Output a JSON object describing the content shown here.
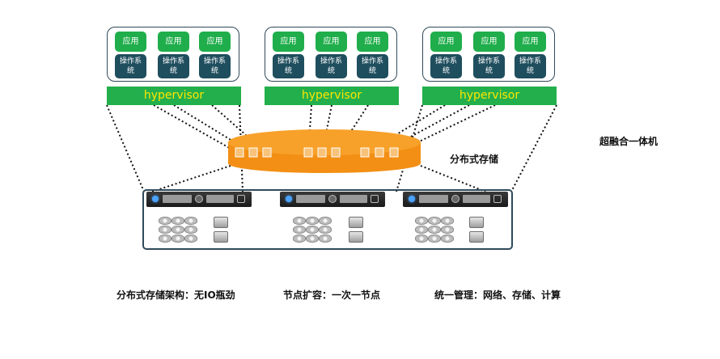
{
  "vm_groups": [
    {
      "apps": [
        "应用",
        "应用",
        "应用"
      ],
      "os": [
        "操作系统",
        "操作系统",
        "操作系统"
      ]
    },
    {
      "apps": [
        "应用",
        "应用",
        "应用"
      ],
      "os": [
        "操作系统",
        "操作系统",
        "操作系统"
      ]
    },
    {
      "apps": [
        "应用",
        "应用",
        "应用"
      ],
      "os": [
        "操作系统",
        "操作系统",
        "操作系统"
      ]
    }
  ],
  "hypervisors": [
    "hypervisor",
    "hypervisor",
    "hypervisor"
  ],
  "storage_label": "分布式存储",
  "title": "超融合一体机",
  "captions": [
    "分布式存储架构：无IO瓶劲",
    "节点扩容：一次一节点",
    "统一管理：网络、存储、计算"
  ],
  "colors": {
    "app_green": "#1fae4b",
    "os_teal": "#1f4e5e",
    "hypervisor_text": "#ffe600",
    "storage_orange": "#f39a1f"
  }
}
